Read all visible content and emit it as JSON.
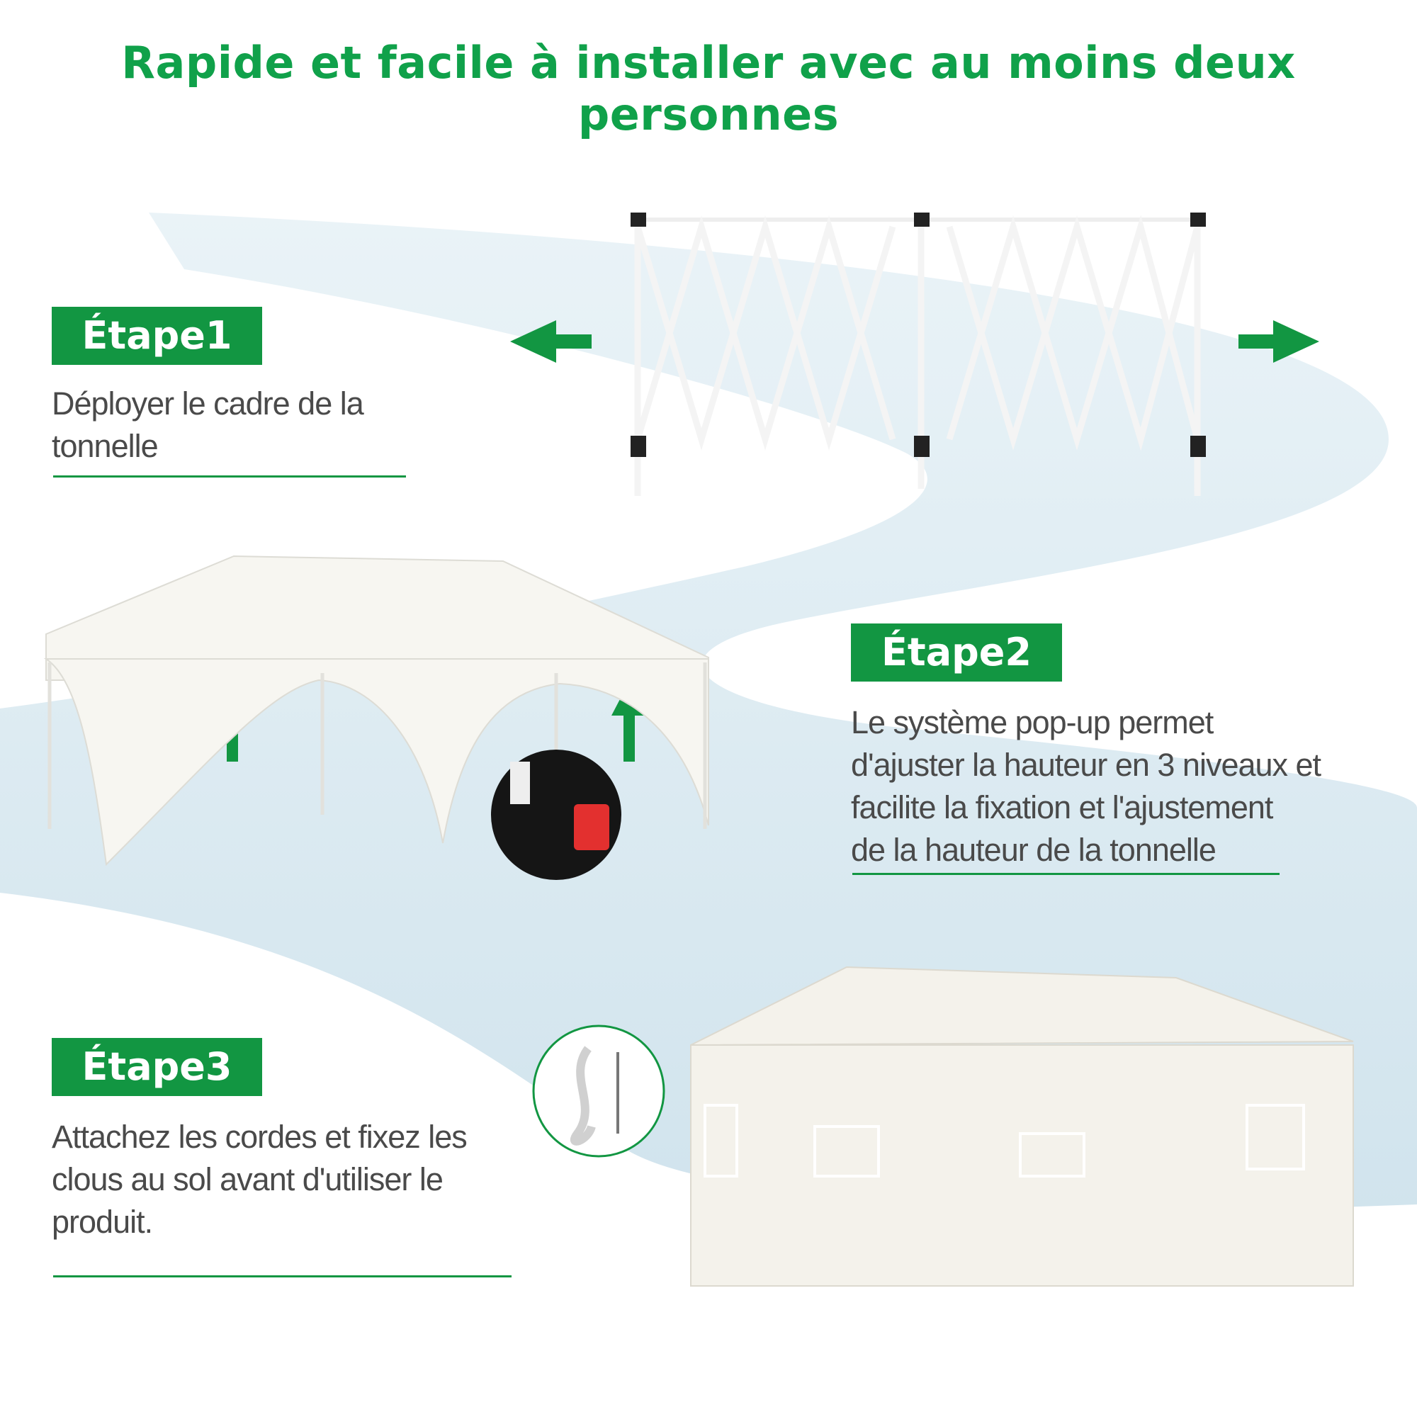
{
  "title": "Rapide et facile à installer avec au moins deux personnes",
  "colors": {
    "accent": "#129642",
    "title": "#10a14a",
    "river": "#cfe3ec",
    "text": "#4a4a4a"
  },
  "steps": [
    {
      "badge": "Étape1",
      "lines": [
        "Déployer le cadre de la",
        "tonnelle"
      ]
    },
    {
      "badge": "Étape2",
      "lines": [
        "Le système pop-up permet",
        "d'ajuster la hauteur en 3 niveaux et",
        "facilite la fixation et l'ajustement",
        "de la hauteur de la tonnelle"
      ]
    },
    {
      "badge": "Étape3",
      "lines": [
        "Attachez les cordes et fixez les",
        "clous au sol avant d'utiliser le",
        "produit."
      ]
    }
  ],
  "icons": [
    "arrow-left-icon",
    "arrow-right-icon",
    "arrow-up-icon",
    "arrow-up-icon"
  ]
}
